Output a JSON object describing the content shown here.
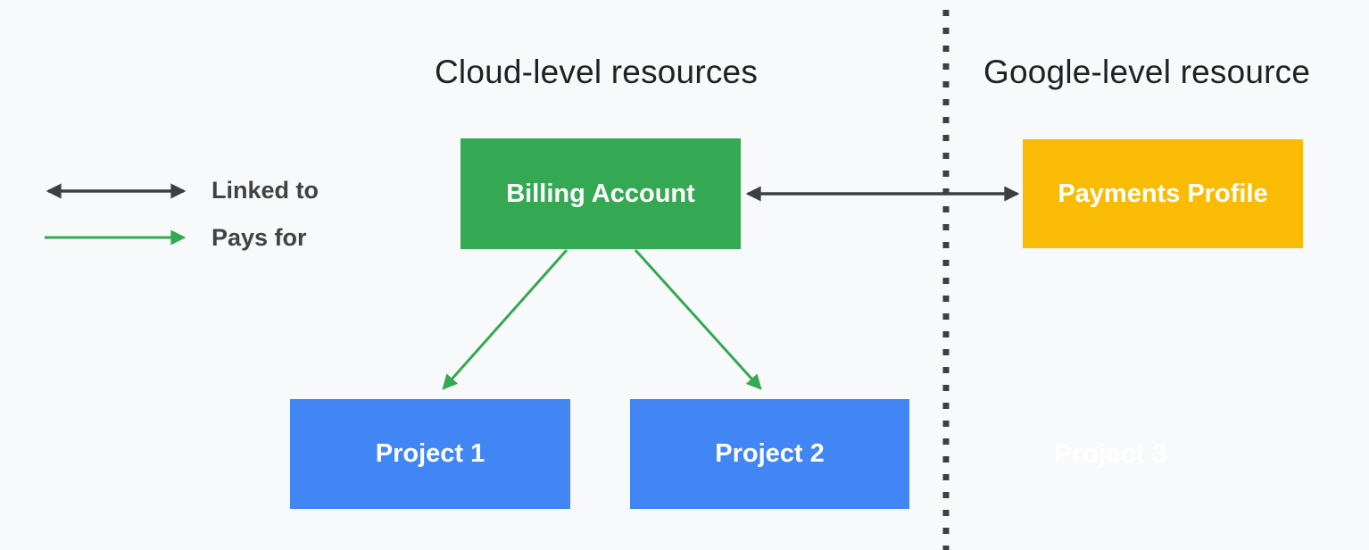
{
  "colors": {
    "bg": "#F8F9FA",
    "heading": "#202124",
    "legend-text": "#424242",
    "dark": "#3C4043",
    "green": "#34A853",
    "blue": "#4285F4",
    "yellow": "#F9BB04",
    "node-text": "#FFFFFF"
  },
  "headings": {
    "left": "Cloud-level resources",
    "right": "Google-level resource"
  },
  "legend": {
    "items": [
      {
        "label": "Linked to",
        "arrow_style": "double-headed-dark"
      },
      {
        "label": "Pays for",
        "arrow_style": "single-headed-green"
      }
    ]
  },
  "nodes": {
    "billing_account": {
      "label": "Billing Account",
      "color": "#34A853"
    },
    "payments_profile": {
      "label": "Payments Profile",
      "color": "#F9BB04"
    },
    "project_1": {
      "label": "Project 1",
      "color": "#4285F4"
    },
    "project_2": {
      "label": "Project 2",
      "color": "#4285F4"
    },
    "project_3": {
      "label": "Project 3",
      "color": "#FFFFFF"
    }
  },
  "edges": [
    {
      "from": "billing_account",
      "to": "payments_profile",
      "type": "linked-to"
    },
    {
      "from": "billing_account",
      "to": "project_1",
      "type": "pays-for"
    },
    {
      "from": "billing_account",
      "to": "project_2",
      "type": "pays-for"
    }
  ]
}
